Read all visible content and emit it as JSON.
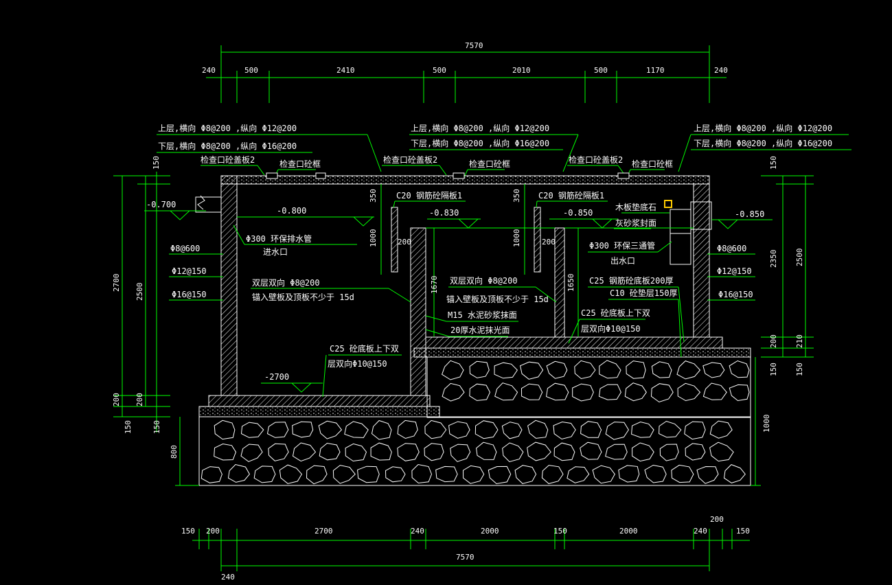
{
  "colors": {
    "background": "#000000",
    "dimension_lines": "#00ff00",
    "drawing_lines": "#ffffff",
    "marker": "#ffcc00"
  },
  "top_dims": {
    "total": "7570",
    "seg_240_left": "240",
    "seg_500_1": "500",
    "seg_2410": "2410",
    "seg_500_2": "500",
    "seg_2010": "2010",
    "seg_500_3": "500",
    "seg_1170": "1170",
    "seg_240_right": "240"
  },
  "bottom_dims": {
    "total": "7570",
    "seg_150_left": "150",
    "seg_200_left": "200",
    "seg_2700": "2700",
    "seg_240_1": "240",
    "seg_2000_1": "2000",
    "seg_150_mid": "150",
    "seg_2000_2": "2000",
    "seg_240_2": "240",
    "seg_150_right": "150",
    "seg_200_right": "200",
    "seg_240_bottom": "240"
  },
  "left_dims": {
    "d150_top": "150",
    "d2700": "2700",
    "d2500": "2500",
    "d200_a": "200",
    "d200_b": "200",
    "d150_a": "150",
    "d150_b": "150",
    "d800": "800",
    "level_left": "-0.700"
  },
  "right_dims": {
    "d150_top": "150",
    "d2350": "2350",
    "d2500": "2500",
    "d200": "200",
    "d210": "210",
    "d150_a": "150",
    "d150_b": "150",
    "d1000": "1000",
    "level_right": "-0.850"
  },
  "rebar_notes": {
    "left_top": "上层,横向   Φ8@200 ,纵向  Φ12@200",
    "left_bottom": "下层,横向   Φ8@200 ,纵向  Φ16@200",
    "mid_top": "上层,横向   Φ8@200 ,纵向  Φ12@200",
    "mid_bottom": "下层,横向   Φ8@200 ,纵向  Φ16@200",
    "right_top": "上层,横向   Φ8@200 ,纵向 Φ12@200",
    "right_bottom": "下层,横向   Φ8@200 ,纵向 Φ16@200"
  },
  "labels": {
    "cover_plate_2_a": "检查口砼盖板2",
    "inspection_cover_a": "检查口砼框",
    "cover_plate_2_b": "检查口砼盖板2",
    "inspection_cover_b": "检查口砼框",
    "cover_plate_2_c": "检查口砼盖板2",
    "inspection_cover_c": "检查口砼框",
    "level_0800": "-0.800",
    "level_0830": "-0.830",
    "level_0850": "-0.850",
    "level_2700": "-2700",
    "partition_1a": "C20 钢筋砼隔板1",
    "partition_1b": "C20 钢筋砼隔板1",
    "pipe_in": "Φ300 环保排水管",
    "inlet": "进水口",
    "pipe_tee": "Φ300 环保三通管",
    "outlet": "出水口",
    "wood_plank": "木板垫底石",
    "mortar_seal": "灰砂浆封面",
    "left_bar_1": "Φ8@600",
    "left_bar_2": "Φ12@150",
    "left_bar_3": "Φ16@150",
    "right_bar_1": "Φ8@600",
    "right_bar_2": "Φ12@150",
    "right_bar_3": "Φ16@150",
    "wall_rebar_a1": "双层双向  Φ8@200",
    "wall_rebar_a2": "锚入壁板及顶板不少于         15d",
    "wall_rebar_b1": "双层双向  Φ8@200",
    "wall_rebar_b2": "锚入壁板及顶板不少于         15d",
    "mortar_masonry": "M15 水泥砂浆抹面",
    "mortar_finish": "20厚水泥抹光面",
    "base_slab_right": "C25 钢筋砼底板200厚",
    "cushion_right": "C10 砼垫层150厚",
    "slab_rebar_mid_1": "C25 砼底板上下双",
    "slab_rebar_mid_2": "层双向Φ10@150",
    "slab_rebar_left_1": "C25 砼底板上下双",
    "slab_rebar_left_2": "层双向Φ10@150",
    "v350_a": "350",
    "v1000_a": "1000",
    "v200_a": "200",
    "v1670": "1670",
    "v350_b": "350",
    "v1000_b": "1000",
    "v200_b": "200",
    "v1650": "1650"
  }
}
